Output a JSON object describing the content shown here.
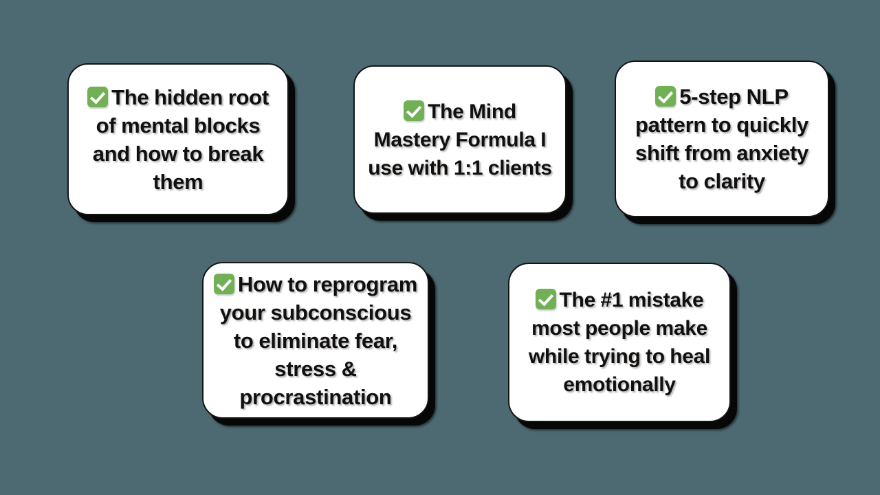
{
  "page": {
    "background_color": "#4d6a73",
    "card_background_color": "#ffffff",
    "card_border_color": "#141414",
    "shadow_color": "#070707",
    "text_color": "#12100f",
    "check_icon_color": "#72b056",
    "check_glyph_color": "#ffffff",
    "icon_name": "white-heavy-check-mark-icon"
  },
  "cards": [
    {
      "id": "card-1",
      "icon": "check-mark-icon",
      "text": "The hidden root of mental blocks and how to break them",
      "lines": [
        "The hidden",
        "root of mental",
        "blocks and how to",
        "break them"
      ]
    },
    {
      "id": "card-2",
      "icon": "check-mark-icon",
      "text": "The Mind Mastery Formula I use with 1:1 clients",
      "lines": [
        "The Mind",
        "Mastery Formula I",
        "use with 1:1 clients"
      ]
    },
    {
      "id": "card-3",
      "icon": "check-mark-icon",
      "text": "5-step NLP pattern to quickly shift from anxiety to clarity",
      "lines": [
        "5-step NLP",
        "pattern to quickly",
        "shift from anxiety",
        "to clarity"
      ]
    },
    {
      "id": "card-4",
      "icon": "check-mark-icon",
      "text": "How to reprogram your subconscious to eliminate fear, stress & procrastination",
      "lines": [
        "How to reprogram",
        "your subconscious to",
        "eliminate fear, stress",
        "& procrastination"
      ]
    },
    {
      "id": "card-5",
      "icon": "check-mark-icon",
      "text": "The #1 mistake most people make while trying to heal emotionally",
      "lines": [
        "The #1 mistake",
        "most people make",
        "while trying to heal",
        "emotionally"
      ]
    }
  ]
}
